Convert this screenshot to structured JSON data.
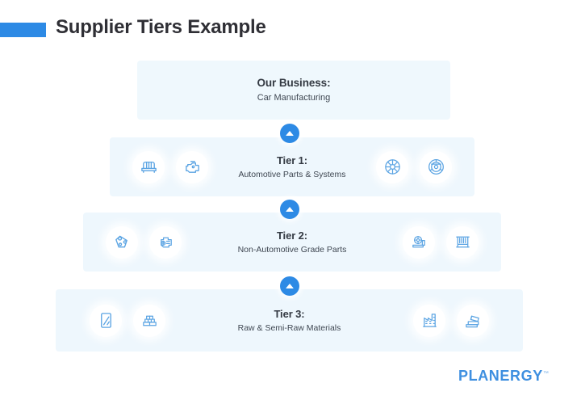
{
  "header": {
    "title": "Supplier Tiers Example",
    "accent_color": "#2d8ae5"
  },
  "pyramid": {
    "rows": [
      {
        "id": "business",
        "title": "Our Business:",
        "subtitle": "Car Manufacturing",
        "icons_left": [],
        "icons_right": []
      },
      {
        "id": "tier1",
        "title": "Tier 1:",
        "subtitle": "Automotive Parts & Systems",
        "icons_left": [
          "car-seat-icon",
          "car-engine-icon"
        ],
        "icons_right": [
          "wheel-rim-icon",
          "steering-wheel-icon"
        ]
      },
      {
        "id": "tier2",
        "title": "Tier 2:",
        "subtitle": "Non-Automotive Grade Parts",
        "icons_left": [
          "timing-belt-icon",
          "engine-block-icon"
        ],
        "icons_right": [
          "gear-machine-icon",
          "industrial-roller-icon"
        ]
      },
      {
        "id": "tier3",
        "title": "Tier 3:",
        "subtitle": "Raw & Semi-Raw Materials",
        "icons_left": [
          "glass-pane-icon",
          "brick-stack-icon"
        ],
        "icons_right": [
          "factory-icon",
          "metal-sheet-icon"
        ]
      }
    ],
    "connectors": [
      "arrow-up-icon",
      "arrow-up-icon",
      "arrow-up-icon"
    ],
    "row_background_color": "#eef7fd",
    "connector_color": "#2d8ae5"
  },
  "footer": {
    "logo_text": "PLANERGY",
    "logo_trademark": "™",
    "logo_color": "#3e8fe0"
  }
}
